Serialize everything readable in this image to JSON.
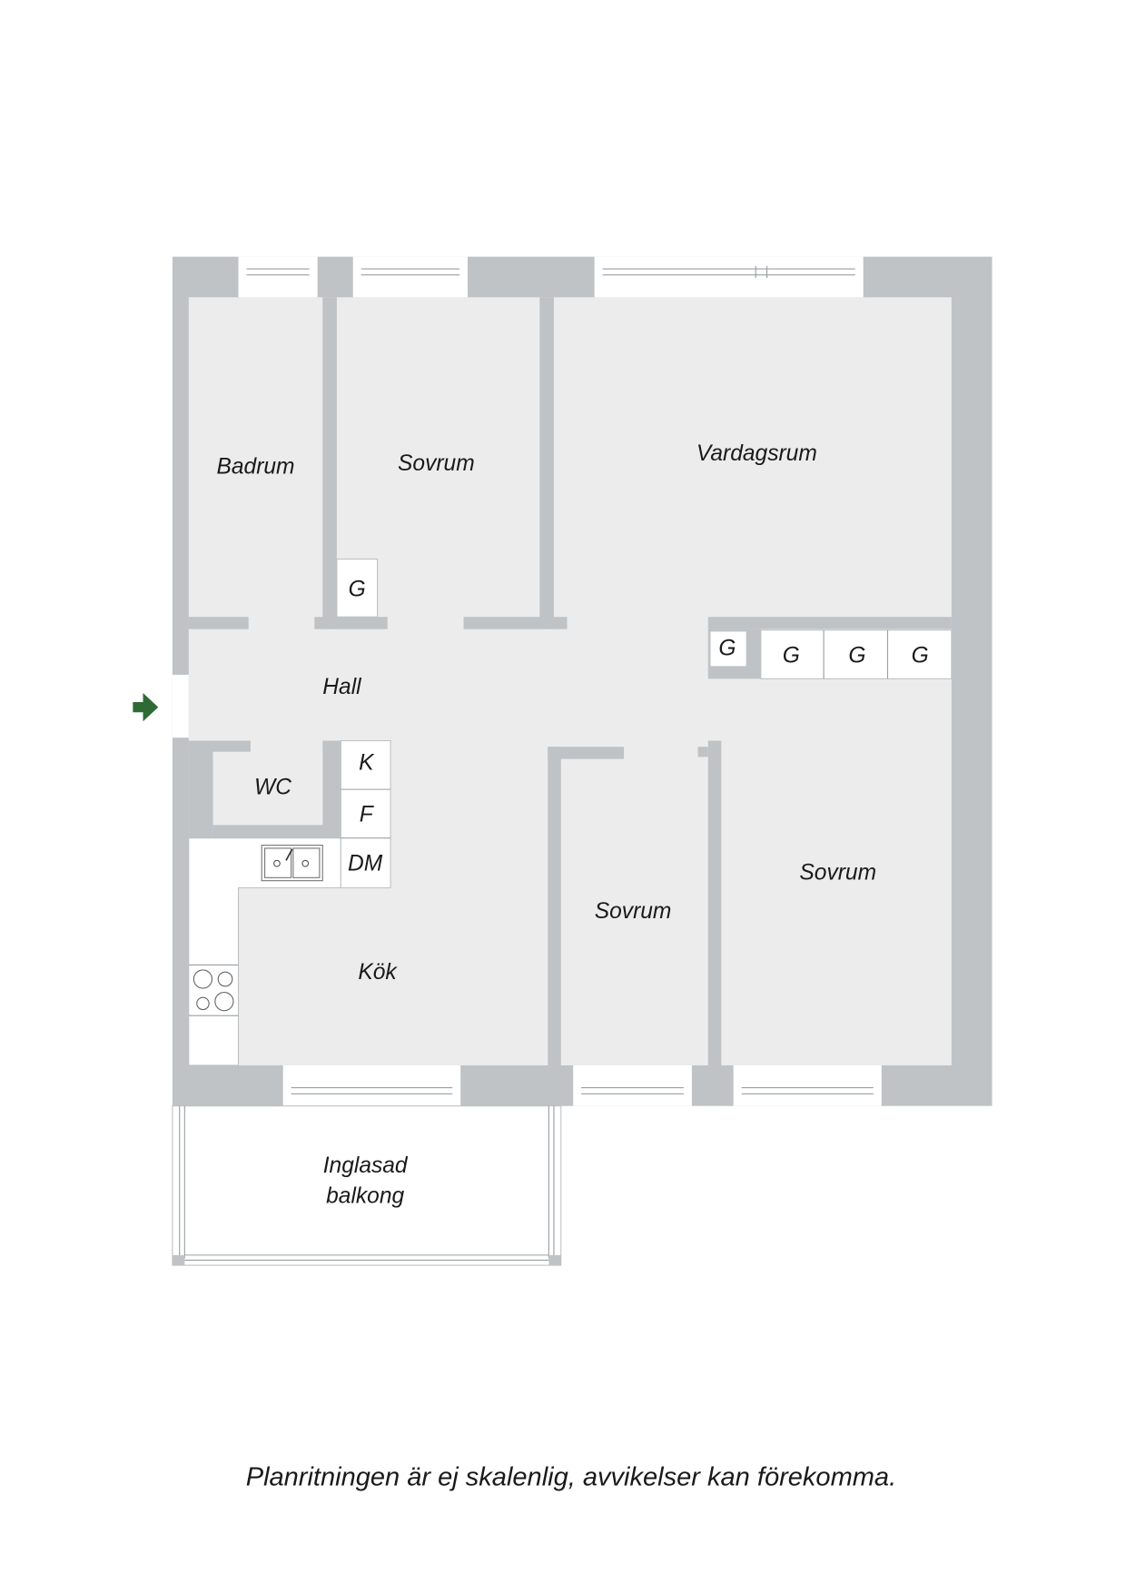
{
  "rooms": {
    "badrum": "Badrum",
    "sovrum_1": "Sovrum",
    "vardagsrum": "Vardagsrum",
    "hall": "Hall",
    "wc": "WC",
    "kok": "Kök",
    "sovrum_2": "Sovrum",
    "sovrum_3": "Sovrum",
    "balkong_line1": "Inglasad",
    "balkong_line2": "balkong"
  },
  "fixtures": {
    "closet_sovrum": "G",
    "closet_hall_small": "G",
    "closets_hall": [
      "G",
      "G",
      "G"
    ],
    "kitchen_units": [
      "K",
      "F",
      "DM"
    ]
  },
  "entrance_arrow_color": "#2e6b34",
  "caption": "Planritningen är ej skalenlig, avvikelser kan förekomma."
}
